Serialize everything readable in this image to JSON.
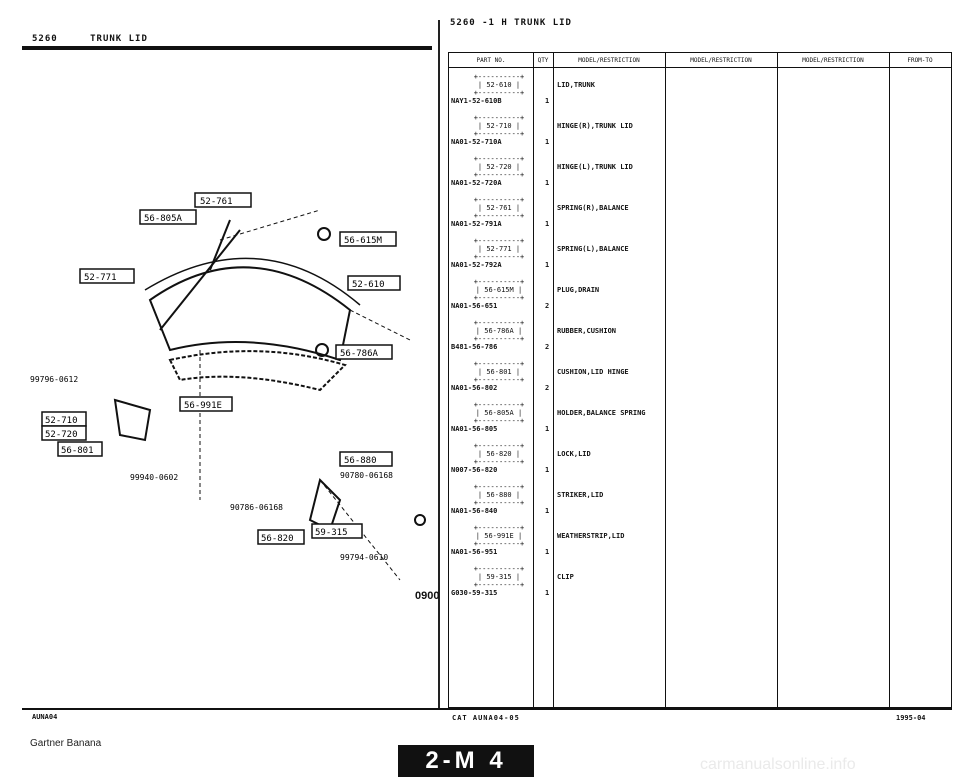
{
  "header": {
    "left_code": "5260",
    "left_title": "TRUNK LID",
    "right_title": "5260 -1 H TRUNK LID"
  },
  "table": {
    "columns": [
      "PART NO.",
      "QTY",
      "MODEL/RESTRICTION",
      "MODEL/RESTRICTION",
      "MODEL/RESTRICTION",
      "FROM-TO"
    ],
    "rows": [
      {
        "ref": "52-610",
        "part": "NAY1-52-610B",
        "qty": "1",
        "desc": "LID,TRUNK"
      },
      {
        "ref": "52-710",
        "part": "NA01-52-710A",
        "qty": "1",
        "desc": "HINGE(R),TRUNK LID"
      },
      {
        "ref": "52-720",
        "part": "NA01-52-720A",
        "qty": "1",
        "desc": "HINGE(L),TRUNK LID"
      },
      {
        "ref": "52-761",
        "part": "NA01-52-791A",
        "qty": "1",
        "desc": "SPRING(R),BALANCE"
      },
      {
        "ref": "52-771",
        "part": "NA01-52-792A",
        "qty": "1",
        "desc": "SPRING(L),BALANCE"
      },
      {
        "ref": "56-615M",
        "part": "NA01-56-651",
        "qty": "2",
        "desc": "PLUG,DRAIN"
      },
      {
        "ref": "56-786A",
        "part": "B481-56-786",
        "qty": "2",
        "desc": "RUBBER,CUSHION"
      },
      {
        "ref": "56-801",
        "part": "NA01-56-802",
        "qty": "2",
        "desc": "CUSHION,LID HINGE"
      },
      {
        "ref": "56-805A",
        "part": "NA01-56-805",
        "qty": "1",
        "desc": "HOLDER,BALANCE SPRING"
      },
      {
        "ref": "56-820",
        "part": "N007-56-820",
        "qty": "1",
        "desc": "LOCK,LID"
      },
      {
        "ref": "56-880",
        "part": "NA01-56-840",
        "qty": "1",
        "desc": "STRIKER,LID"
      },
      {
        "ref": "56-991E",
        "part": "NA01-56-951",
        "qty": "1",
        "desc": "WEATHERSTRIP,LID"
      },
      {
        "ref": "59-315",
        "part": "G030-59-315",
        "qty": "1",
        "desc": "CLIP"
      }
    ]
  },
  "diagram": {
    "callouts": [
      "52-761",
      "56-805A",
      "56-615M",
      "52-771",
      "52-610",
      "56-786A",
      "56-991E",
      "52-710",
      "52-720",
      "56-801",
      "56-880",
      "56-820",
      "59-315"
    ],
    "bolts": [
      "99796-0612",
      "99940-0602",
      "90786-06168",
      "90780-06168",
      "99794-0610"
    ],
    "code": "0900"
  },
  "footer": {
    "left": "AUNA04",
    "cat": "CAT AUNA04-05",
    "date": "1995-04",
    "watermark": "Gartner Banana",
    "badge": "2-M 4",
    "site": "carmanualsonline.info"
  }
}
